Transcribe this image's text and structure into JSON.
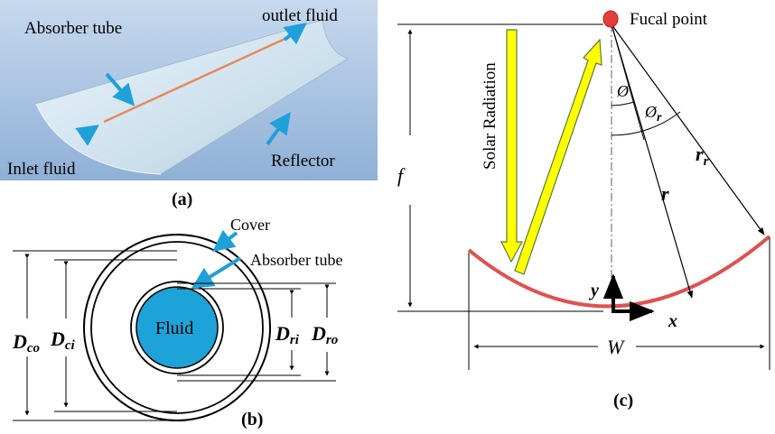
{
  "panel_a": {
    "caption": "(a)",
    "labels": {
      "absorber_tube": "Absorber tube",
      "outlet_fluid": "outlet fluid",
      "inlet_fluid": "Inlet fluid",
      "reflector": "Reflector"
    },
    "colors": {
      "background": "#a9c6e6",
      "reflector": "#d5e6f2",
      "absorber": "#e8875a",
      "arrow": "#1fa0d8"
    }
  },
  "panel_b": {
    "caption": "(b)",
    "labels": {
      "cover": "Cover",
      "absorber_tube": "Absorber tube",
      "fluid": "Fluid",
      "d_co": "D",
      "d_co_sub": "co",
      "d_ci": "D",
      "d_ci_sub": "ci",
      "d_ri": "D",
      "d_ri_sub": "ri",
      "d_ro": "D",
      "d_ro_sub": "ro"
    },
    "colors": {
      "fluid": "#1ea3d8",
      "arrow": "#1fa0d8"
    }
  },
  "panel_c": {
    "caption": "(c)",
    "labels": {
      "focal_point": "Fucal point",
      "solar_radiation": "Solar Radiation",
      "f": "f",
      "phi": "Ø",
      "phi_r": "Ø",
      "phi_r_sub": "r",
      "r": "r",
      "r_r": "r",
      "r_r_sub": "r",
      "y": "y",
      "x": "x",
      "w": "W"
    },
    "colors": {
      "focal": "#e63b3b",
      "parabola": "#e05050",
      "ray_fill": "#ffff00",
      "ray_stroke": "#5a7a3a"
    }
  }
}
